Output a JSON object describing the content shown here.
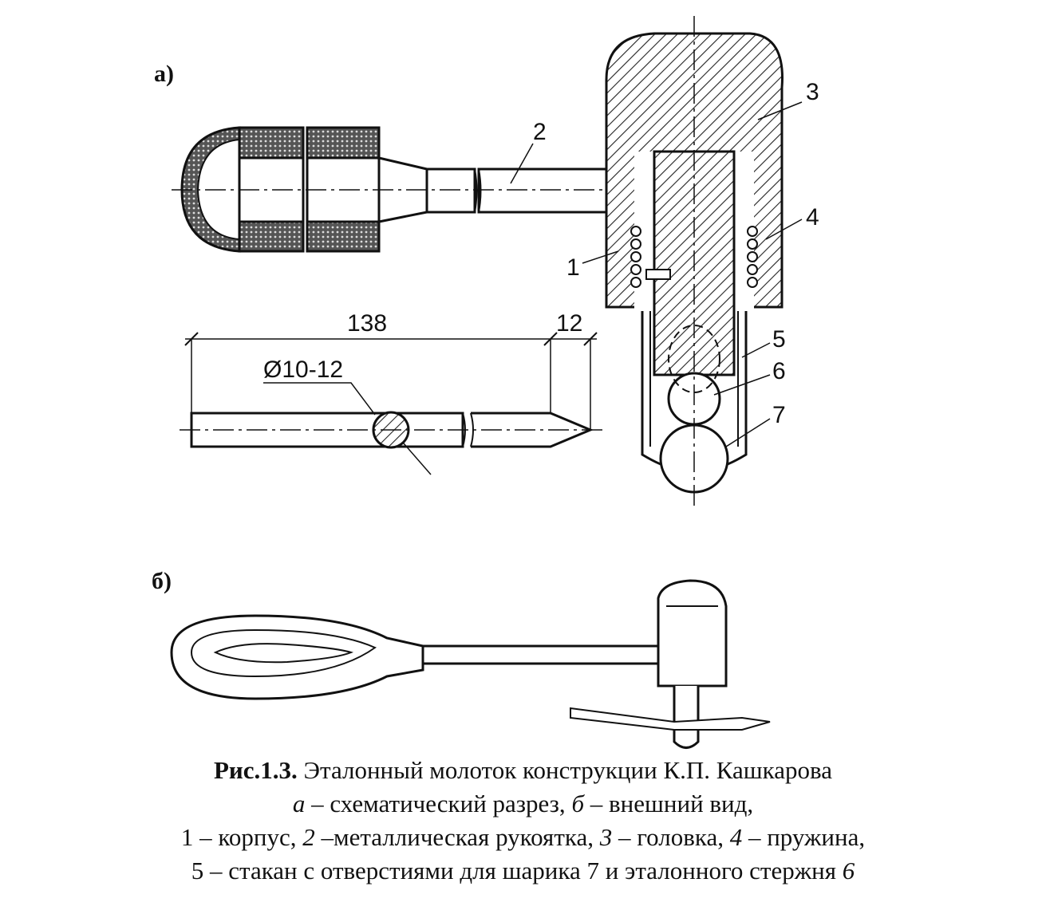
{
  "figure": {
    "labels": {
      "a": "а)",
      "b": "б)",
      "n1": "1",
      "n2": "2",
      "n3": "3",
      "n4": "4",
      "n5": "5",
      "n6": "6",
      "n7": "7"
    },
    "dimensions": {
      "length": "138",
      "tip": "12",
      "diameter": "Ø10-12"
    }
  },
  "caption": {
    "fig_no": "Рис.1.3.",
    "title": " Эталонный молоток  конструкции К.П. Кашкарова",
    "line2_a": "а",
    "line2_mid": " – схематический разрез, ",
    "line2_b": "б",
    "line2_end": " – внешний вид,",
    "line3_p1": "1 – корпус, ",
    "line3_i2": "2",
    "line3_p2": " –металлическая   рукоятка, ",
    "line3_i3": "3",
    "line3_p3": " – головка, ",
    "line3_i4": "4",
    "line3_p4": " – пружина,",
    "line4_p1": "5 – стакан с отверстиями для шарика 7 и эталонного стержня ",
    "line4_i6": "6"
  }
}
